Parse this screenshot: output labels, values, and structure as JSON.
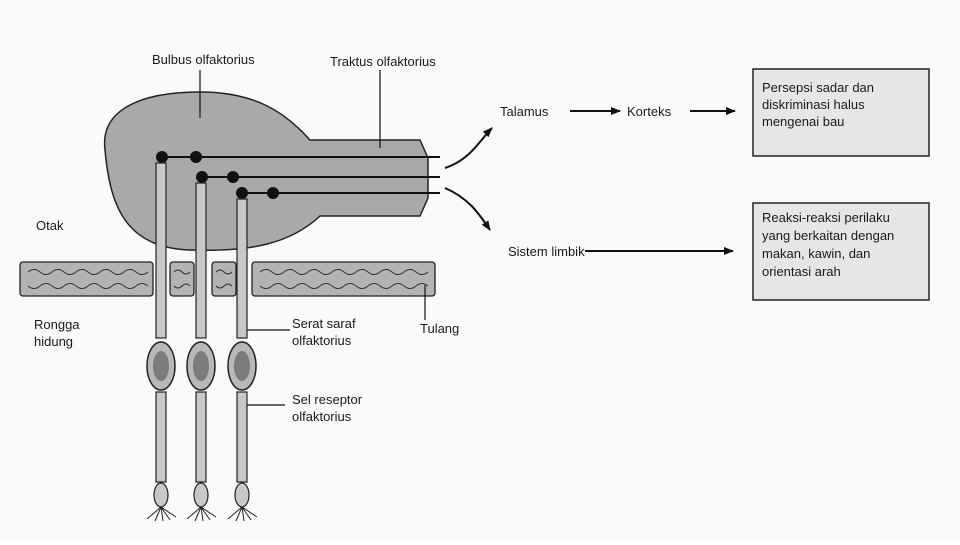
{
  "labels": {
    "bulbus": "Bulbus olfaktorius",
    "traktus": "Traktus olfaktorius",
    "otak": "Otak",
    "rongga_line1": "Rongga",
    "rongga_line2": "hidung",
    "serat_line1": "Serat saraf",
    "serat_line2": "olfaktorius",
    "sel_line1": "Sel reseptor",
    "sel_line2": "olfaktorius",
    "tulang": "Tulang",
    "talamus": "Talamus",
    "korteks": "Korteks",
    "sistem_limbik": "Sistem limbik"
  },
  "boxes": {
    "persepsi": [
      "Persepsi sadar dan",
      "diskriminasi halus",
      "mengenai bau"
    ],
    "reaksi": [
      "Reaksi-reaksi perilaku",
      "yang berkaitan dengan",
      "makan, kawin, dan",
      "orientasi arah"
    ]
  },
  "colors": {
    "bulb_fill": "#a9a9a9",
    "bone_fill": "#b3b3b3",
    "line": "#111111",
    "box_fill": "#e6e6e6"
  }
}
